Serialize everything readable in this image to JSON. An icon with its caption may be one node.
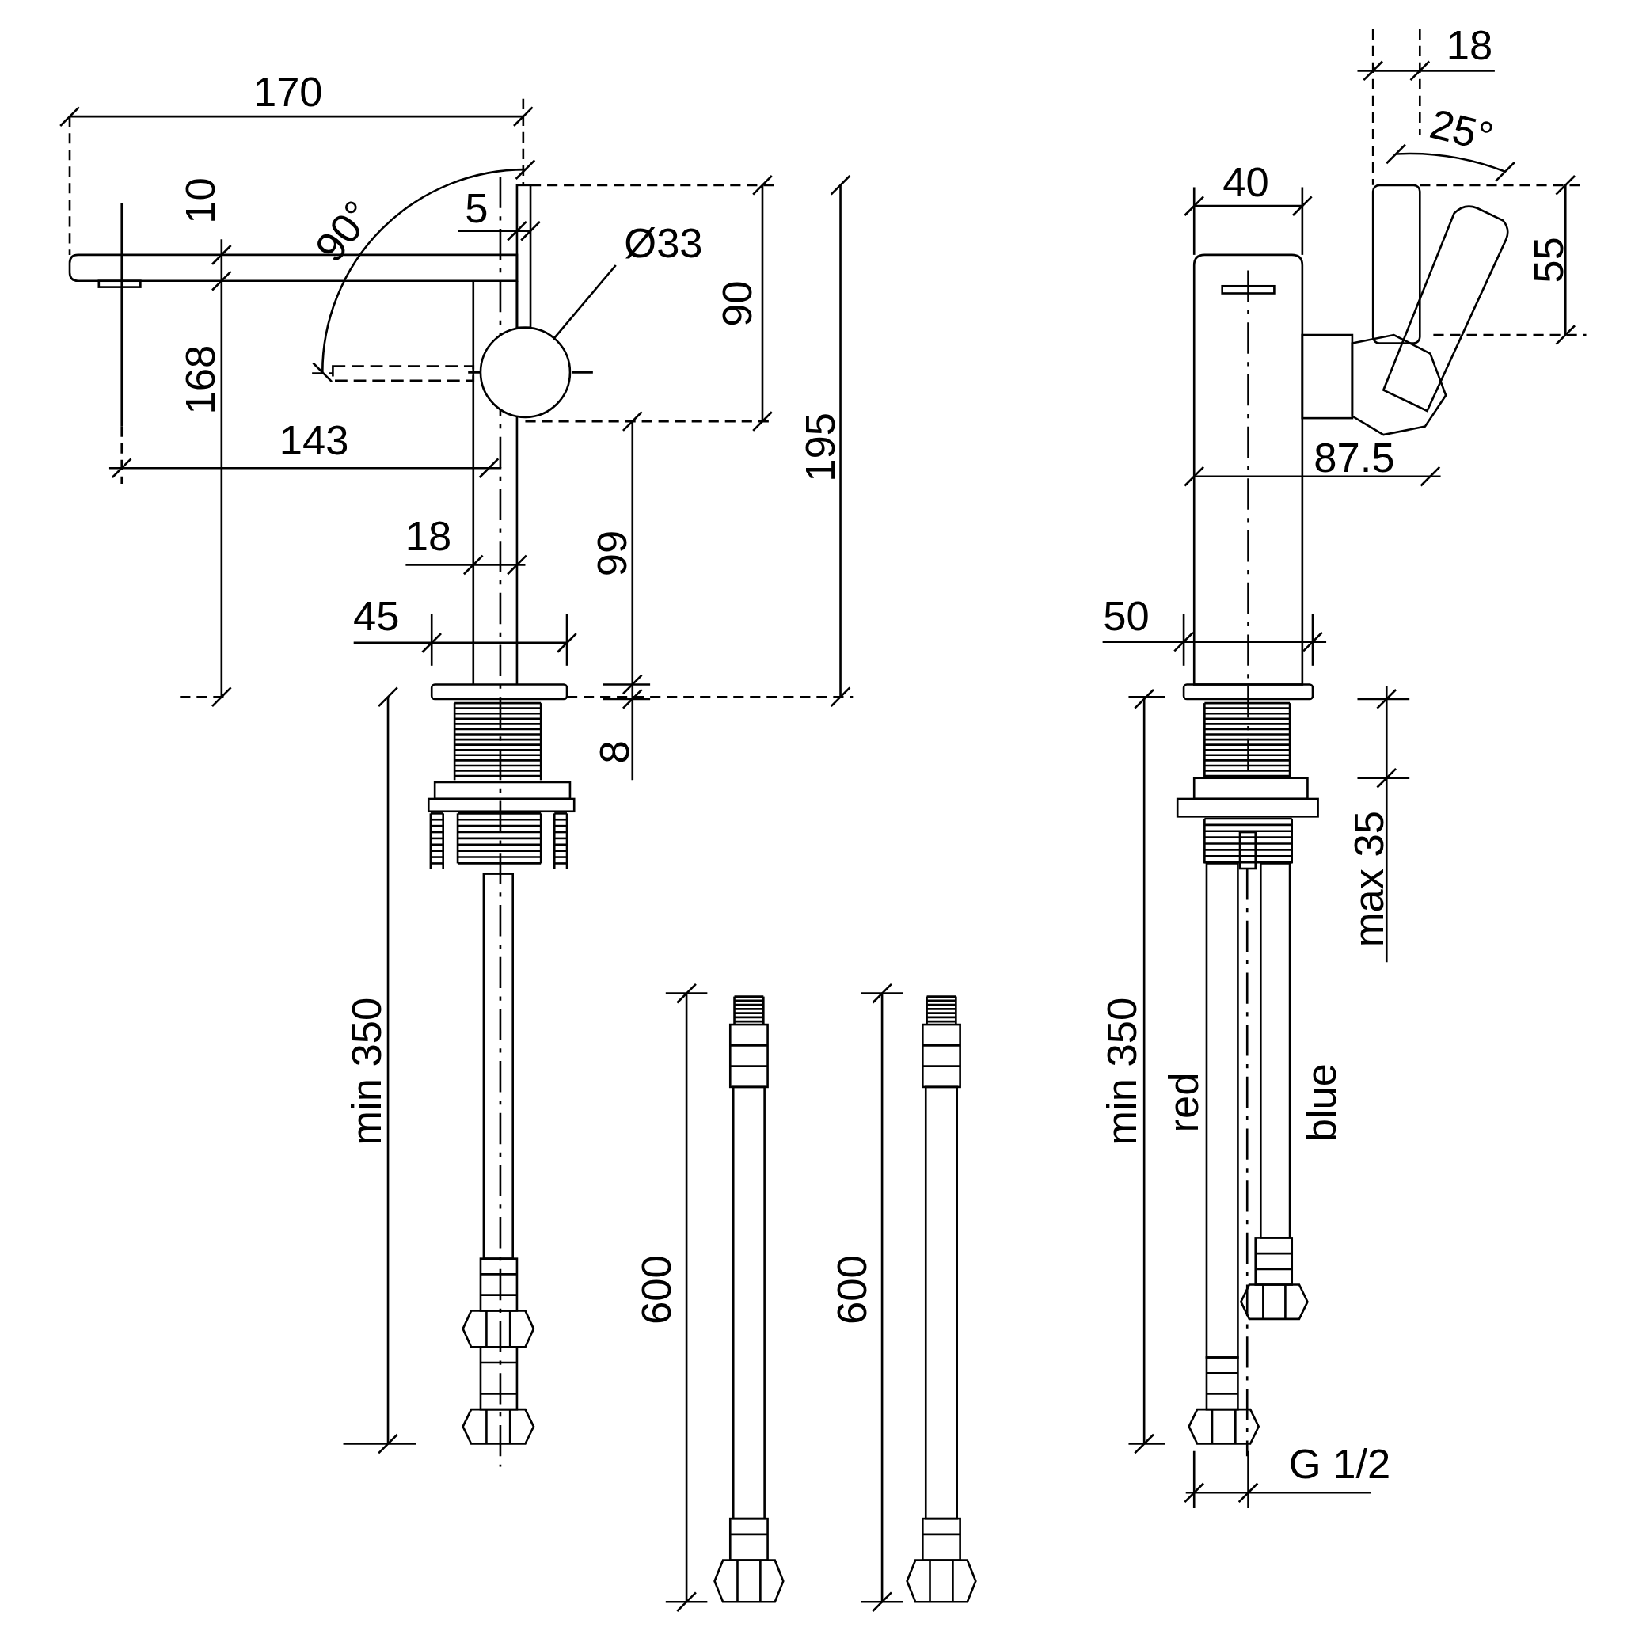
{
  "diagram": {
    "nodes": [
      {
        "text": [
          "Ø33"
        ]
      },
      {
        "text": [],
        "shape": "circle"
      }
    ],
    "edges": [
      {
        "from": 0,
        "to": 1,
        "arrow": "none"
      }
    ],
    "labels": [
      "170",
      "10",
      "90°",
      "5",
      "90",
      "168",
      "195",
      "143",
      "18",
      "99",
      "45",
      "8",
      "min 350",
      "600",
      "600",
      "18",
      "25°",
      "40",
      "55",
      "87.5",
      "50",
      "max 35",
      "min 350",
      "red",
      "blue",
      "G 1/2"
    ]
  }
}
